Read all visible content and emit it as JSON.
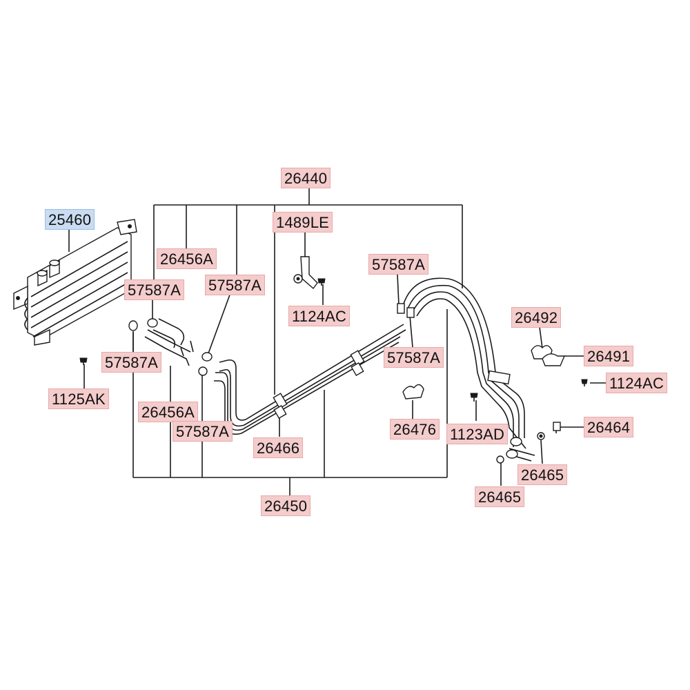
{
  "callouts": {
    "c26440": "26440",
    "c25460": "25460",
    "c1489LE": "1489LE",
    "c26456A_top": "26456A",
    "c57587A_left_top": "57587A",
    "c57587A_mid_top": "57587A",
    "c57587A_right_top": "57587A",
    "c1124AC_mid": "1124AC",
    "c26492": "26492",
    "c57587A_left_mid": "57587A",
    "c57587A_right_mid": "57587A",
    "c26491": "26491",
    "c1124AC_right": "1124AC",
    "c1125AK": "1125AK",
    "c26456A_bottom": "26456A",
    "c57587A_bottom": "57587A",
    "c26476": "26476",
    "c1123AD": "1123AD",
    "c26464": "26464",
    "c26466": "26466",
    "c26465_right": "26465",
    "c26465_bottom": "26465",
    "c26450": "26450"
  },
  "colors": {
    "callout_fill": "#f4cccc",
    "callout_selected_fill": "#c9dcf2",
    "line": "#1a1a1a"
  }
}
